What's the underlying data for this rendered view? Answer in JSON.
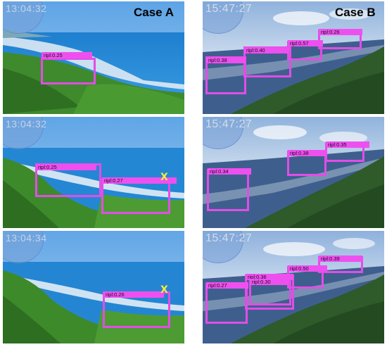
{
  "case_a": {
    "title": "Case A",
    "panels": [
      {
        "timestamp": "13:04:32",
        "detections": [
          {
            "label": "ripl:0.25"
          }
        ]
      },
      {
        "timestamp": "13:04:32",
        "detections": [
          {
            "label": "ripl:0.25"
          },
          {
            "label": "ripl:0.27",
            "marker": "X"
          }
        ]
      },
      {
        "timestamp": "13:04:34",
        "detections": [
          {
            "label": "ripl:0.26",
            "marker": "X"
          }
        ]
      }
    ]
  },
  "case_b": {
    "title": "Case B",
    "panels": [
      {
        "timestamp": "15:47:27",
        "detections": [
          {
            "label": "ripl:0.26"
          },
          {
            "label": "ripl:0.57"
          },
          {
            "label": "ripl:0.40"
          },
          {
            "label": "ripl:0.38"
          }
        ]
      },
      {
        "timestamp": "15:47:27",
        "detections": [
          {
            "label": "ripl:0.35"
          },
          {
            "label": "ripl:0.38"
          },
          {
            "label": "ripl:0.34"
          }
        ]
      },
      {
        "timestamp": "15:47:27",
        "detections": [
          {
            "label": "ripl:0.39"
          },
          {
            "label": "ripl:0.50"
          },
          {
            "label": "ripl:0.36"
          },
          {
            "label": "ripl:0.30"
          },
          {
            "label": "ripl:0.27"
          }
        ]
      }
    ]
  },
  "colors": {
    "box": "#e24de6",
    "tag": "#ee50f0",
    "false_marker": "#f2ee3a"
  }
}
